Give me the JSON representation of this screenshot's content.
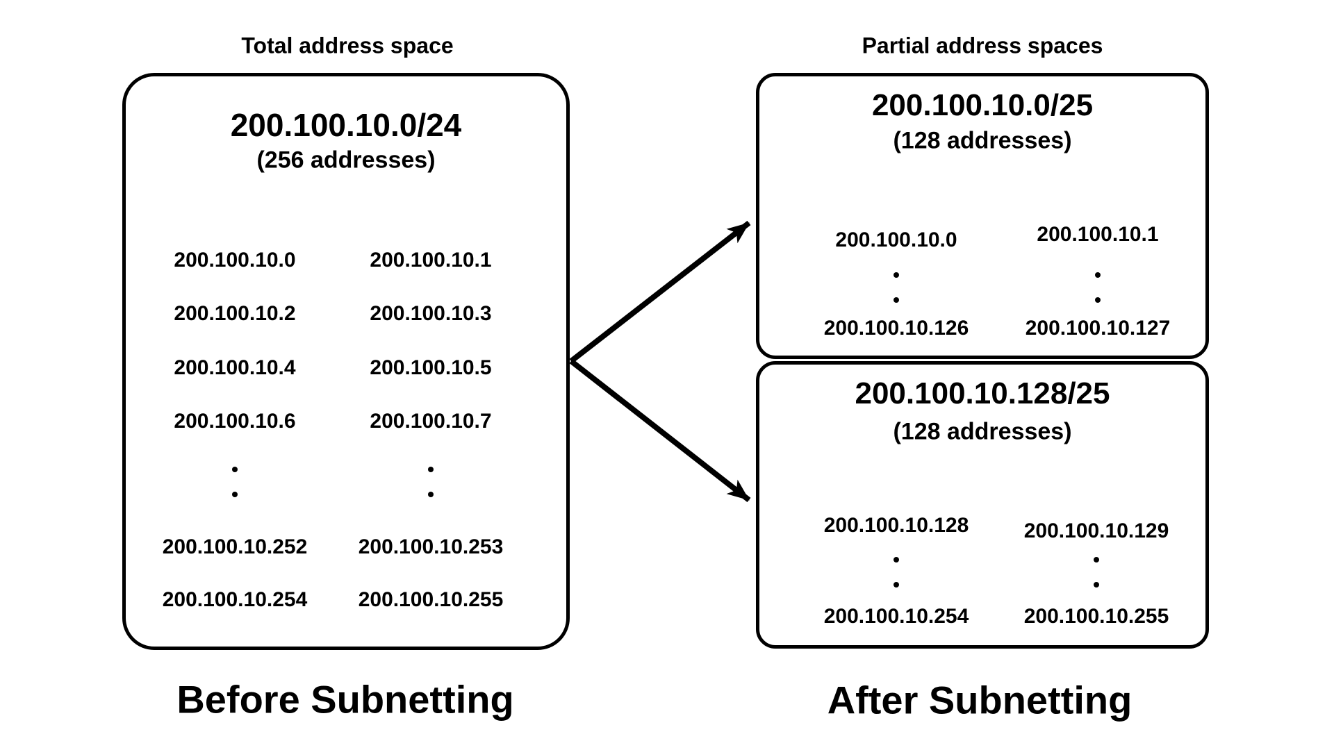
{
  "titles": {
    "left": "Total address space",
    "right": "Partial address spaces"
  },
  "before": {
    "header": "200.100.10.0/24",
    "subheader": "(256 addresses)",
    "rows": [
      [
        "200.100.10.0",
        "200.100.10.1"
      ],
      [
        "200.100.10.2",
        "200.100.10.3"
      ],
      [
        "200.100.10.4",
        "200.100.10.5"
      ],
      [
        "200.100.10.6",
        "200.100.10.7"
      ]
    ],
    "tail_rows": [
      [
        "200.100.10.252",
        "200.100.10.253"
      ],
      [
        "200.100.10.254",
        "200.100.10.255"
      ]
    ],
    "label": "Before Subnetting"
  },
  "after": {
    "label": "After Subnetting",
    "subnets": [
      {
        "header": "200.100.10.0/25",
        "subheader": "(128 addresses)",
        "first_row": [
          "200.100.10.0",
          "200.100.10.1"
        ],
        "last_row": [
          "200.100.10.126",
          "200.100.10.127"
        ]
      },
      {
        "header": "200.100.10.128/25",
        "subheader": "(128 addresses)",
        "first_row": [
          "200.100.10.128",
          "200.100.10.129"
        ],
        "last_row": [
          "200.100.10.254",
          "200.100.10.255"
        ]
      }
    ]
  },
  "colors": {
    "ink": "#000000",
    "background": "#ffffff"
  }
}
